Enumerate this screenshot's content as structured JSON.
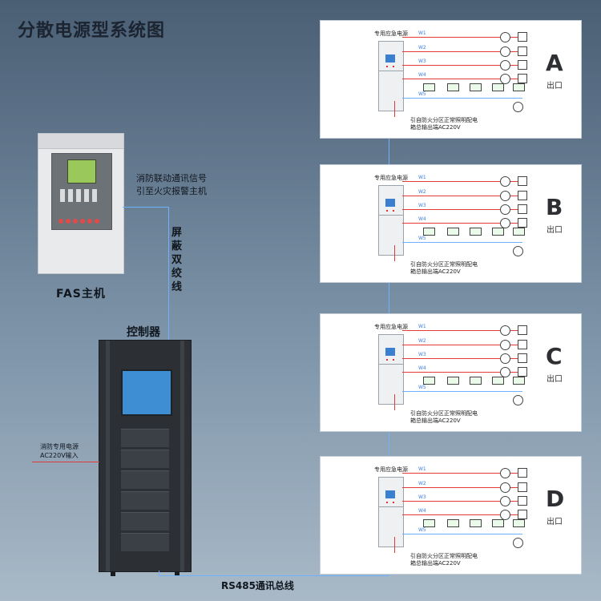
{
  "title": "分散电源型系统图",
  "fas": {
    "label": "FAS主机",
    "signal_line_1": "消防联动通讯信号",
    "signal_line_2": "引至火灾报警主机"
  },
  "cable": {
    "label": "屏蔽双绞线"
  },
  "controller": {
    "label": "控制器"
  },
  "power_input": {
    "line_1": "消防专用电源",
    "line_2": "AC220V输入"
  },
  "bus": {
    "label": "RS485通讯总线"
  },
  "zones": [
    {
      "letter": "A",
      "exit_label": "出口",
      "header": "专用应急电源",
      "wires": [
        "W1",
        "W2",
        "W3",
        "W4",
        "W5"
      ],
      "note_1": "引自防火分区正常照明配电",
      "note_2": "箱总输出端AC220V"
    },
    {
      "letter": "B",
      "exit_label": "出口",
      "header": "专用应急电源",
      "wires": [
        "W1",
        "W2",
        "W3",
        "W4",
        "W5"
      ],
      "note_1": "引自防火分区正常照明配电",
      "note_2": "箱总输出端AC220V"
    },
    {
      "letter": "C",
      "exit_label": "出口",
      "header": "专用应急电源",
      "wires": [
        "W1",
        "W2",
        "W3",
        "W4",
        "W5"
      ],
      "note_1": "引自防火分区正常照明配电",
      "note_2": "箱总输出端AC220V"
    },
    {
      "letter": "D",
      "exit_label": "出口",
      "header": "专用应急电源",
      "wires": [
        "W1",
        "W2",
        "W3",
        "W4",
        "W5"
      ],
      "note_1": "引自防火分区正常照明配电",
      "note_2": "箱总输出端AC220V"
    }
  ],
  "colors": {
    "signal_line": "#6fb0ff",
    "power_line": "#e33a3a",
    "controller_screen": "#3e8ed4",
    "fas_screen": "#9bc85a"
  },
  "icons": [
    "lamp-icon",
    "terminal-icon",
    "exit-sign-icon",
    "emergency-light-icon"
  ]
}
